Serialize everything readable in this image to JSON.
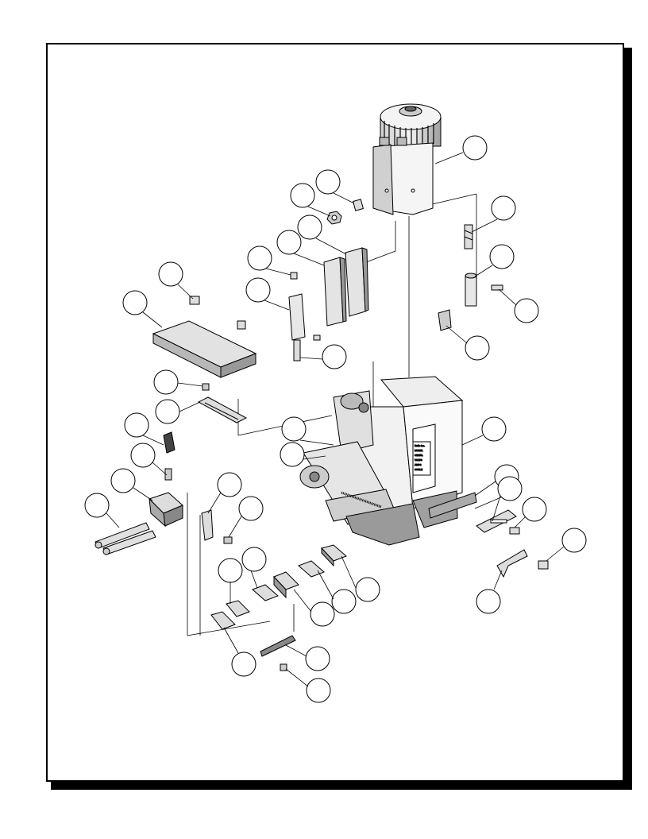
{
  "figure": {
    "kind": "exploded-assembly-drawing",
    "callouts": [],
    "colors": {
      "line": "#000000",
      "part_fill": "#d9d9d9",
      "part_dark": "#9a9a9a",
      "background": "#ffffff"
    },
    "motor_plate_text": [
      "Hollis Inc.",
      "MODEL",
      "SERIAL",
      "VOLTS",
      "AMPS",
      "CYCLE"
    ]
  }
}
